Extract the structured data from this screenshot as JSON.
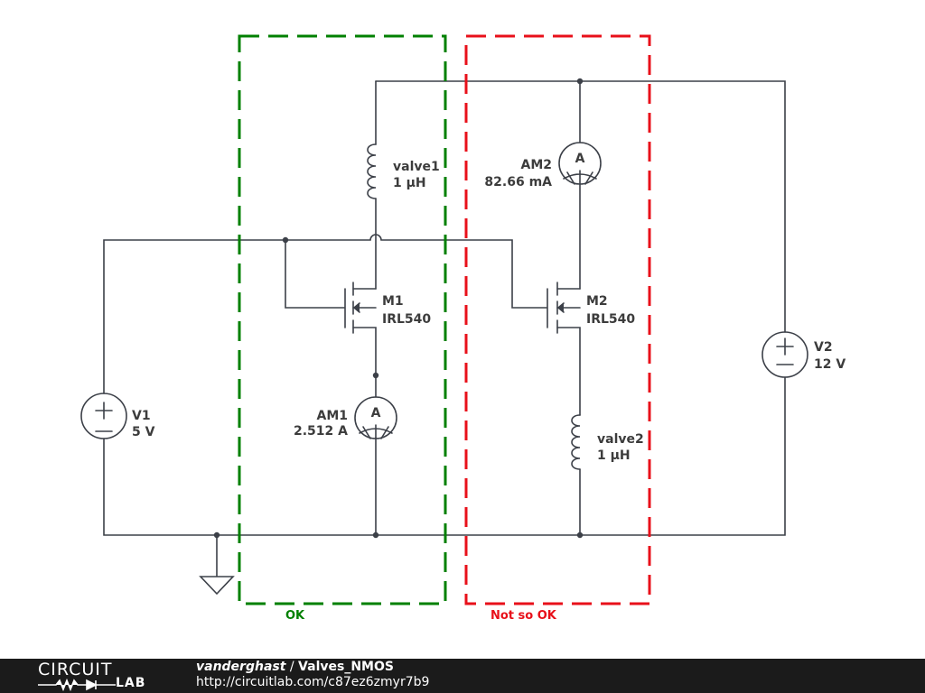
{
  "schematic": {
    "components": {
      "valve1": {
        "name": "valve1",
        "value": "1 µH"
      },
      "valve2": {
        "name": "valve2",
        "value": "1 µH"
      },
      "M1": {
        "name": "M1",
        "model": "IRL540"
      },
      "M2": {
        "name": "M2",
        "model": "IRL540"
      },
      "AM1": {
        "name": "AM1",
        "value": "2.512 A",
        "symbol": "A"
      },
      "AM2": {
        "name": "AM2",
        "value": "82.66 mA",
        "symbol": "A"
      },
      "V1": {
        "name": "V1",
        "value": "5 V"
      },
      "V2": {
        "name": "V2",
        "value": "12 V"
      }
    },
    "regions": {
      "ok": {
        "label": "OK",
        "color": "#008000"
      },
      "not_ok": {
        "label": "Not so OK",
        "color": "#e8101a"
      }
    },
    "wire_color": "#3c4048"
  },
  "footer": {
    "logo_top": "CIRCUIT",
    "logo_bottom": "LAB",
    "author": "vanderghast",
    "separator": " / ",
    "title": "Valves_NMOS",
    "url": "http://circuitlab.com/c87ez6zmyr7b9"
  }
}
